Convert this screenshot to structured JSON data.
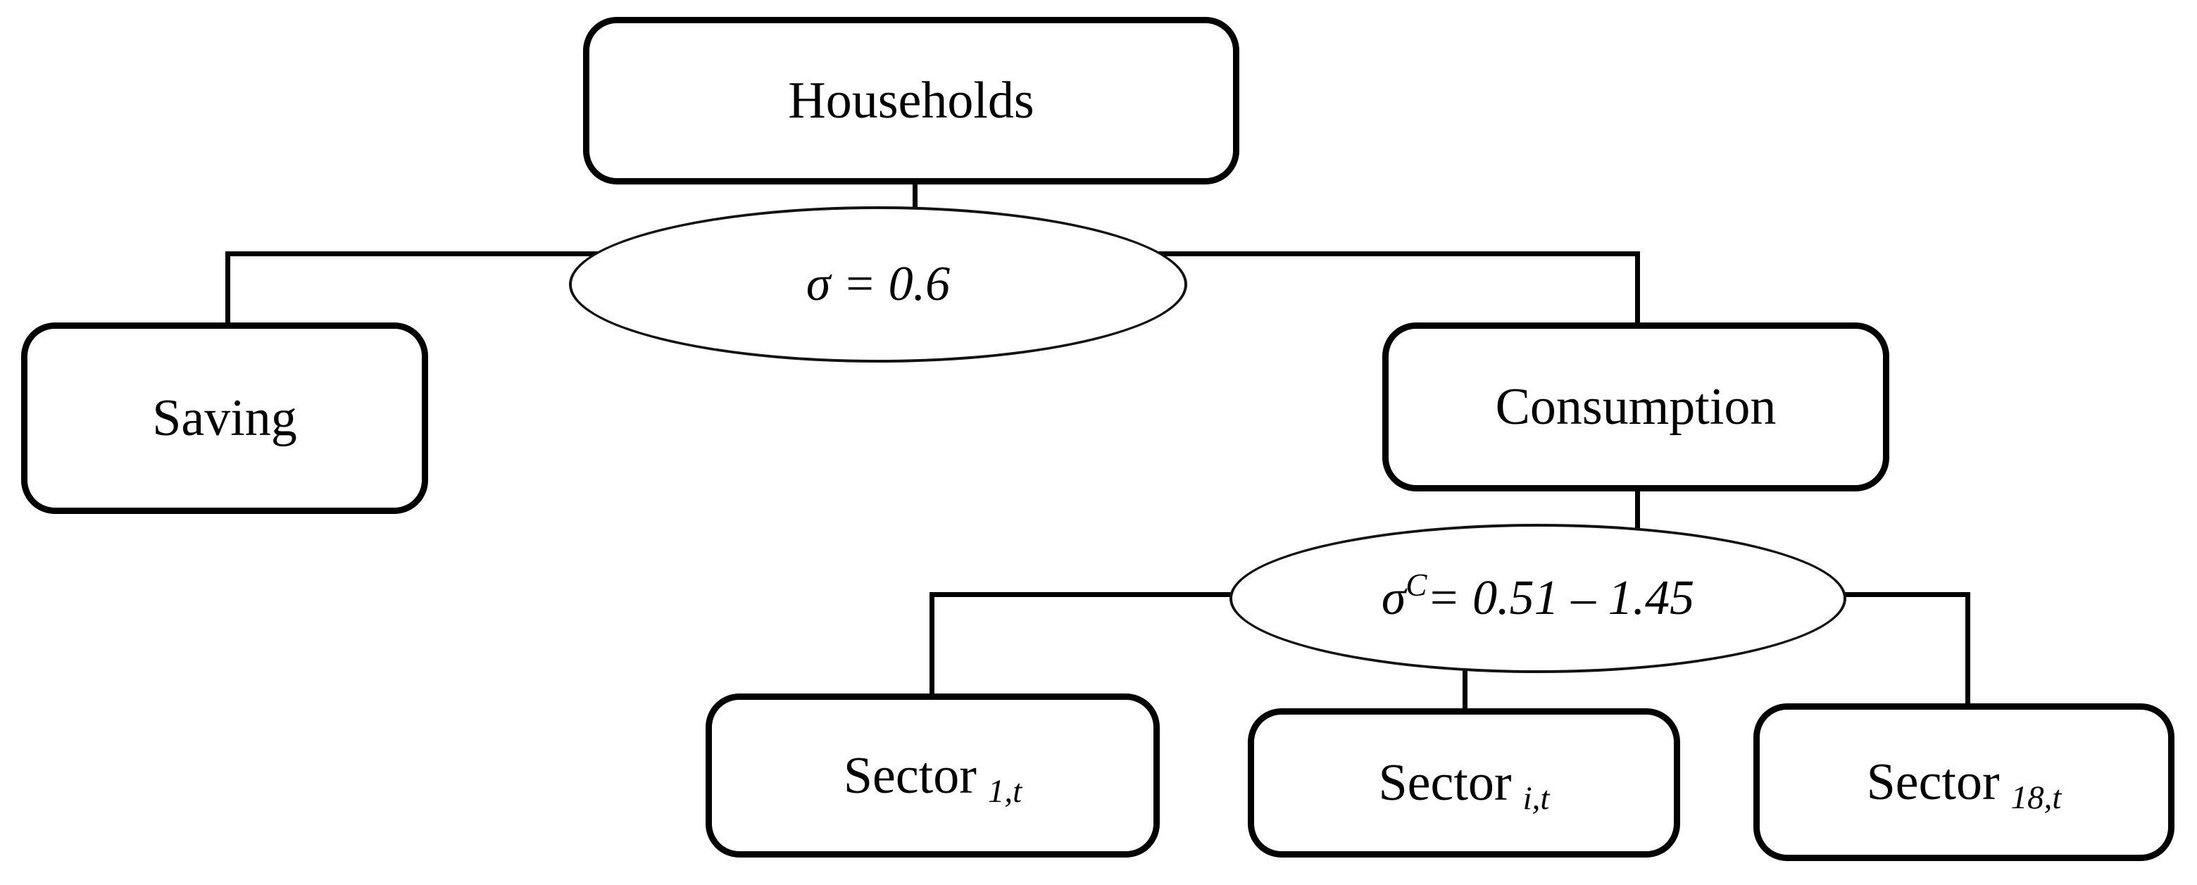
{
  "colors": {
    "ink": "#000000",
    "background": "#ffffff"
  },
  "diagram": {
    "nodes": {
      "households": {
        "label": "Households"
      },
      "saving": {
        "label": "Saving"
      },
      "consumption": {
        "label": "Consumption"
      },
      "sector_1": {
        "label": "Sector",
        "subscript": "1,t"
      },
      "sector_i": {
        "label": "Sector",
        "subscript": "i,t"
      },
      "sector_18": {
        "label": "Sector",
        "subscript": "18,t"
      }
    },
    "elasticities": {
      "household": {
        "symbol": "σ",
        "superscript": "",
        "value": " = 0.6"
      },
      "consumption": {
        "symbol": "σ",
        "superscript": "C",
        "value": "= 0.51 – 1.45"
      }
    }
  }
}
